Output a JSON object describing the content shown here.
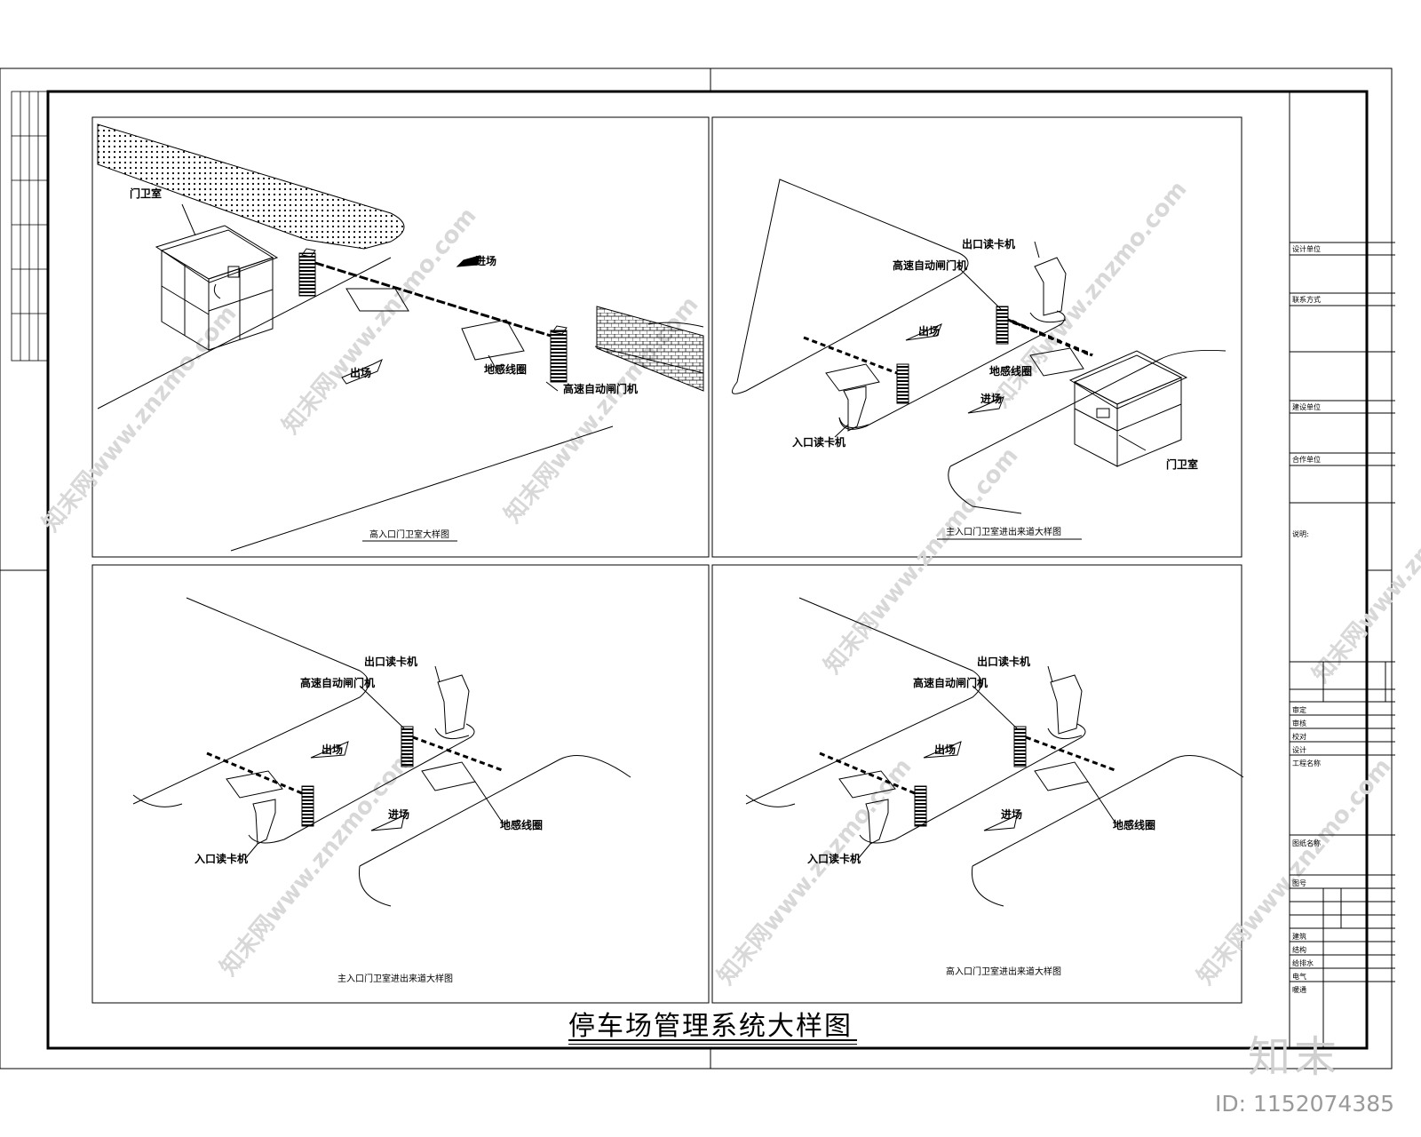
{
  "sheet": {
    "title": "停车场管理系统大样图",
    "watermark_text": "知末网www.znzmo.com",
    "logo_text": "知末",
    "image_id": "ID: 1152074385"
  },
  "panels": [
    {
      "caption": "高入口门卫室大样图",
      "labels": {
        "guard_room": "门卫室",
        "enter": "进场",
        "exit": "出场",
        "loop": "地感线圈",
        "barrier": "高速自动闸门机"
      }
    },
    {
      "caption": "主入口门卫室进出来道大样图",
      "labels": {
        "exit_reader": "出口读卡机",
        "barrier": "高速自动闸门机",
        "exit": "出场",
        "loop": "地感线圈",
        "enter": "进场",
        "entry_reader": "入口读卡机",
        "guard_room": "门卫室"
      }
    },
    {
      "caption": "主入口门卫室进出来道大样图",
      "labels": {
        "exit_reader": "出口读卡机",
        "barrier": "高速自动闸门机",
        "exit": "出场",
        "enter": "进场",
        "loop": "地感线圈",
        "entry_reader": "入口读卡机"
      }
    },
    {
      "caption": "高入口门卫室进出来道大样图",
      "labels": {
        "exit_reader": "出口读卡机",
        "barrier": "高速自动闸门机",
        "exit": "出场",
        "enter": "进场",
        "loop": "地感线圈",
        "entry_reader": "入口读卡机"
      }
    }
  ],
  "title_block": {
    "sections": [
      "设计单位",
      "联系方式",
      "建设单位",
      "合作单位"
    ],
    "notes_heading": "说明:",
    "rows": [
      "审定",
      "审核",
      "校对",
      "设计",
      "工程名称",
      "图纸名称",
      "图号"
    ],
    "sign_rows": [
      "建筑",
      "结构",
      "给排水",
      "电气",
      "暖通"
    ]
  }
}
